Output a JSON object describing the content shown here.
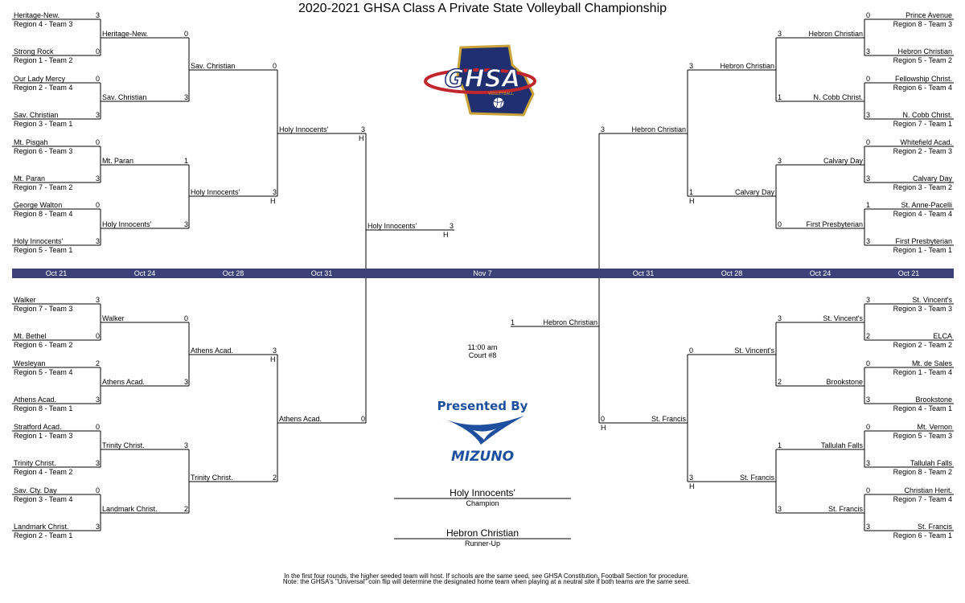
{
  "title": "2020-2021 GHSA Class A Private State Volleyball Championship",
  "colors": {
    "band": "#3c4277",
    "logo_navy": "#1f2f6f",
    "logo_gold": "#c9a23a",
    "logo_red": "#c0262d",
    "mizuno_blue": "#1e4f9e"
  },
  "dates_left": [
    "Oct 21",
    "Oct 24",
    "Oct 28",
    "Oct 31"
  ],
  "date_center": "Nov 7",
  "dates_right": [
    "Oct 31",
    "Oct 28",
    "Oct 24",
    "Oct 21"
  ],
  "logo": {
    "name": "ghsa-logo",
    "text": "GHSA",
    "subtext": "VOLLEYBALL"
  },
  "sponsor": {
    "presented": "Presented By",
    "brand": "MIZUNO"
  },
  "final_game": {
    "time": "11:00 am",
    "court": "Court #8"
  },
  "champion": {
    "name": "Holy Innocents'",
    "label": "Champion"
  },
  "runner_up": {
    "name": "Hebron Christian",
    "label": "Runner-Up"
  },
  "footer": [
    "In the first four rounds, the higher seeded team will host. If schools are the same seed, see GHSA Constitution, Football Section for procedure.",
    "Note: the GHSA's \"Universal\" coin flip will determine the designated home team when playing at a neutral site if both teams are the same seed."
  ],
  "left_r1": [
    {
      "name": "Heritage-New.",
      "seed": "Region 4 - Team 3",
      "score": "3"
    },
    {
      "name": "Strong Rock",
      "seed": "Region 1 - Team 2",
      "score": "0"
    },
    {
      "name": "Our Lady Mercy",
      "seed": "Region 2 - Team 4",
      "score": "0"
    },
    {
      "name": "Sav. Christian",
      "seed": "Region 3 - Team 1",
      "score": "3"
    },
    {
      "name": "Mt. Pisgah",
      "seed": "Region 6 - Team 3",
      "score": "0"
    },
    {
      "name": "Mt. Paran",
      "seed": "Region 7 - Team 2",
      "score": "3"
    },
    {
      "name": "George Walton",
      "seed": "Region 8 - Team 4",
      "score": "0"
    },
    {
      "name": "Holy Innocents'",
      "seed": "Region 5 - Team 1",
      "score": "3"
    },
    {
      "name": "Walker",
      "seed": "Region 7 - Team 3",
      "score": "3"
    },
    {
      "name": "Mt. Bethel",
      "seed": "Region 6 - Team 2",
      "score": "0"
    },
    {
      "name": "Wesleyan",
      "seed": "Region 5 - Team 4",
      "score": "2"
    },
    {
      "name": "Athens Acad.",
      "seed": "Region 8 - Team 1",
      "score": "3"
    },
    {
      "name": "Stratford Acad.",
      "seed": "Region 1 - Team 3",
      "score": "0"
    },
    {
      "name": "Trinity Christ.",
      "seed": "Region 4 - Team 2",
      "score": "3"
    },
    {
      "name": "Sav. Cty. Day",
      "seed": "Region 3 - Team 4",
      "score": "0"
    },
    {
      "name": "Landmark Christ.",
      "seed": "Region 2 - Team 1",
      "score": "3"
    }
  ],
  "left_r2": [
    {
      "name": "Heritage-New.",
      "score": "0"
    },
    {
      "name": "Sav. Christian",
      "score": "3"
    },
    {
      "name": "Mt. Paran",
      "score": "1"
    },
    {
      "name": "Holy Innocents'",
      "score": "3"
    },
    {
      "name": "Walker",
      "score": "0"
    },
    {
      "name": "Athens Acad.",
      "score": "3"
    },
    {
      "name": "Trinity Christ.",
      "score": "3"
    },
    {
      "name": "Landmark Christ.",
      "score": "2"
    }
  ],
  "left_r3": [
    {
      "name": "Sav. Christian",
      "score": "0",
      "host": ""
    },
    {
      "name": "Holy Innocents'",
      "score": "3",
      "host": "H"
    },
    {
      "name": "Athens Acad.",
      "score": "3",
      "host": "H"
    },
    {
      "name": "Trinity Christ.",
      "score": "2",
      "host": ""
    }
  ],
  "left_r4": [
    {
      "name": "Holy Innocents'",
      "score": "3",
      "host": "H"
    },
    {
      "name": "Athens Acad.",
      "score": "0",
      "host": ""
    }
  ],
  "left_final": {
    "name": "Holy Innocents'",
    "score": "3",
    "host": "H"
  },
  "right_final": {
    "name": "Hebron Christian",
    "score": "1",
    "host": ""
  },
  "right_r4": [
    {
      "name": "Hebron Christian",
      "score": "3",
      "host": ""
    },
    {
      "name": "St. Francis",
      "score": "0",
      "host": "H"
    }
  ],
  "right_r3": [
    {
      "name": "Hebron Christian",
      "score": "3",
      "host": ""
    },
    {
      "name": "Calvary Day",
      "score": "1",
      "host": "H"
    },
    {
      "name": "St. Vincent's",
      "score": "0",
      "host": ""
    },
    {
      "name": "St. Francis",
      "score": "3",
      "host": "H"
    }
  ],
  "right_r2": [
    {
      "name": "Hebron Christian",
      "score": "3"
    },
    {
      "name": "N. Cobb Christ.",
      "score": "1"
    },
    {
      "name": "Calvary Day",
      "score": "3"
    },
    {
      "name": "First Presbyterian",
      "score": "0"
    },
    {
      "name": "St. Vincent's",
      "score": "3"
    },
    {
      "name": "Brookstone",
      "score": "2"
    },
    {
      "name": "Tallulah Falls",
      "score": "1"
    },
    {
      "name": "St. Francis",
      "score": "3"
    }
  ],
  "right_r1": [
    {
      "name": "Prince Avenue",
      "seed": "Region 8 - Team 3",
      "score": "0"
    },
    {
      "name": "Hebron Christian",
      "seed": "Region 5 - Team 2",
      "score": "3"
    },
    {
      "name": "Fellowship Christ.",
      "seed": "Region  6 - Team 4",
      "score": "0"
    },
    {
      "name": "N. Cobb Christ.",
      "seed": "Region 7 - Team 1",
      "score": "3"
    },
    {
      "name": "Whitefield Acad.",
      "seed": "Region 2 - Team 3",
      "score": "0"
    },
    {
      "name": "Calvary Day",
      "seed": "Region 3 - Team 2",
      "score": "3"
    },
    {
      "name": "St. Anne-Pacelli",
      "seed": "Region 4 - Team 4",
      "score": "1"
    },
    {
      "name": "First Presbyterian",
      "seed": "Region 1 - Team 1",
      "score": "3"
    },
    {
      "name": "St. Vincent's",
      "seed": "Region 3 - Team 3",
      "score": "3"
    },
    {
      "name": "ELCA",
      "seed": "Region 2 - Team 2",
      "score": "2"
    },
    {
      "name": "Mt. de Sales",
      "seed": "Region 1 - Team 4",
      "score": "0"
    },
    {
      "name": "Brookstone",
      "seed": "Region 4 - Team 1",
      "score": "3"
    },
    {
      "name": "Mt. Vernon",
      "seed": "Region 5 - Team 3",
      "score": "0"
    },
    {
      "name": "Tallulah Falls",
      "seed": "Region 8 - Team 2",
      "score": "3"
    },
    {
      "name": "Christian Herit.",
      "seed": "Region 7 - Team 4",
      "score": "0"
    },
    {
      "name": "St. Francis",
      "seed": "Region 6 - Team 1",
      "score": "3"
    }
  ]
}
